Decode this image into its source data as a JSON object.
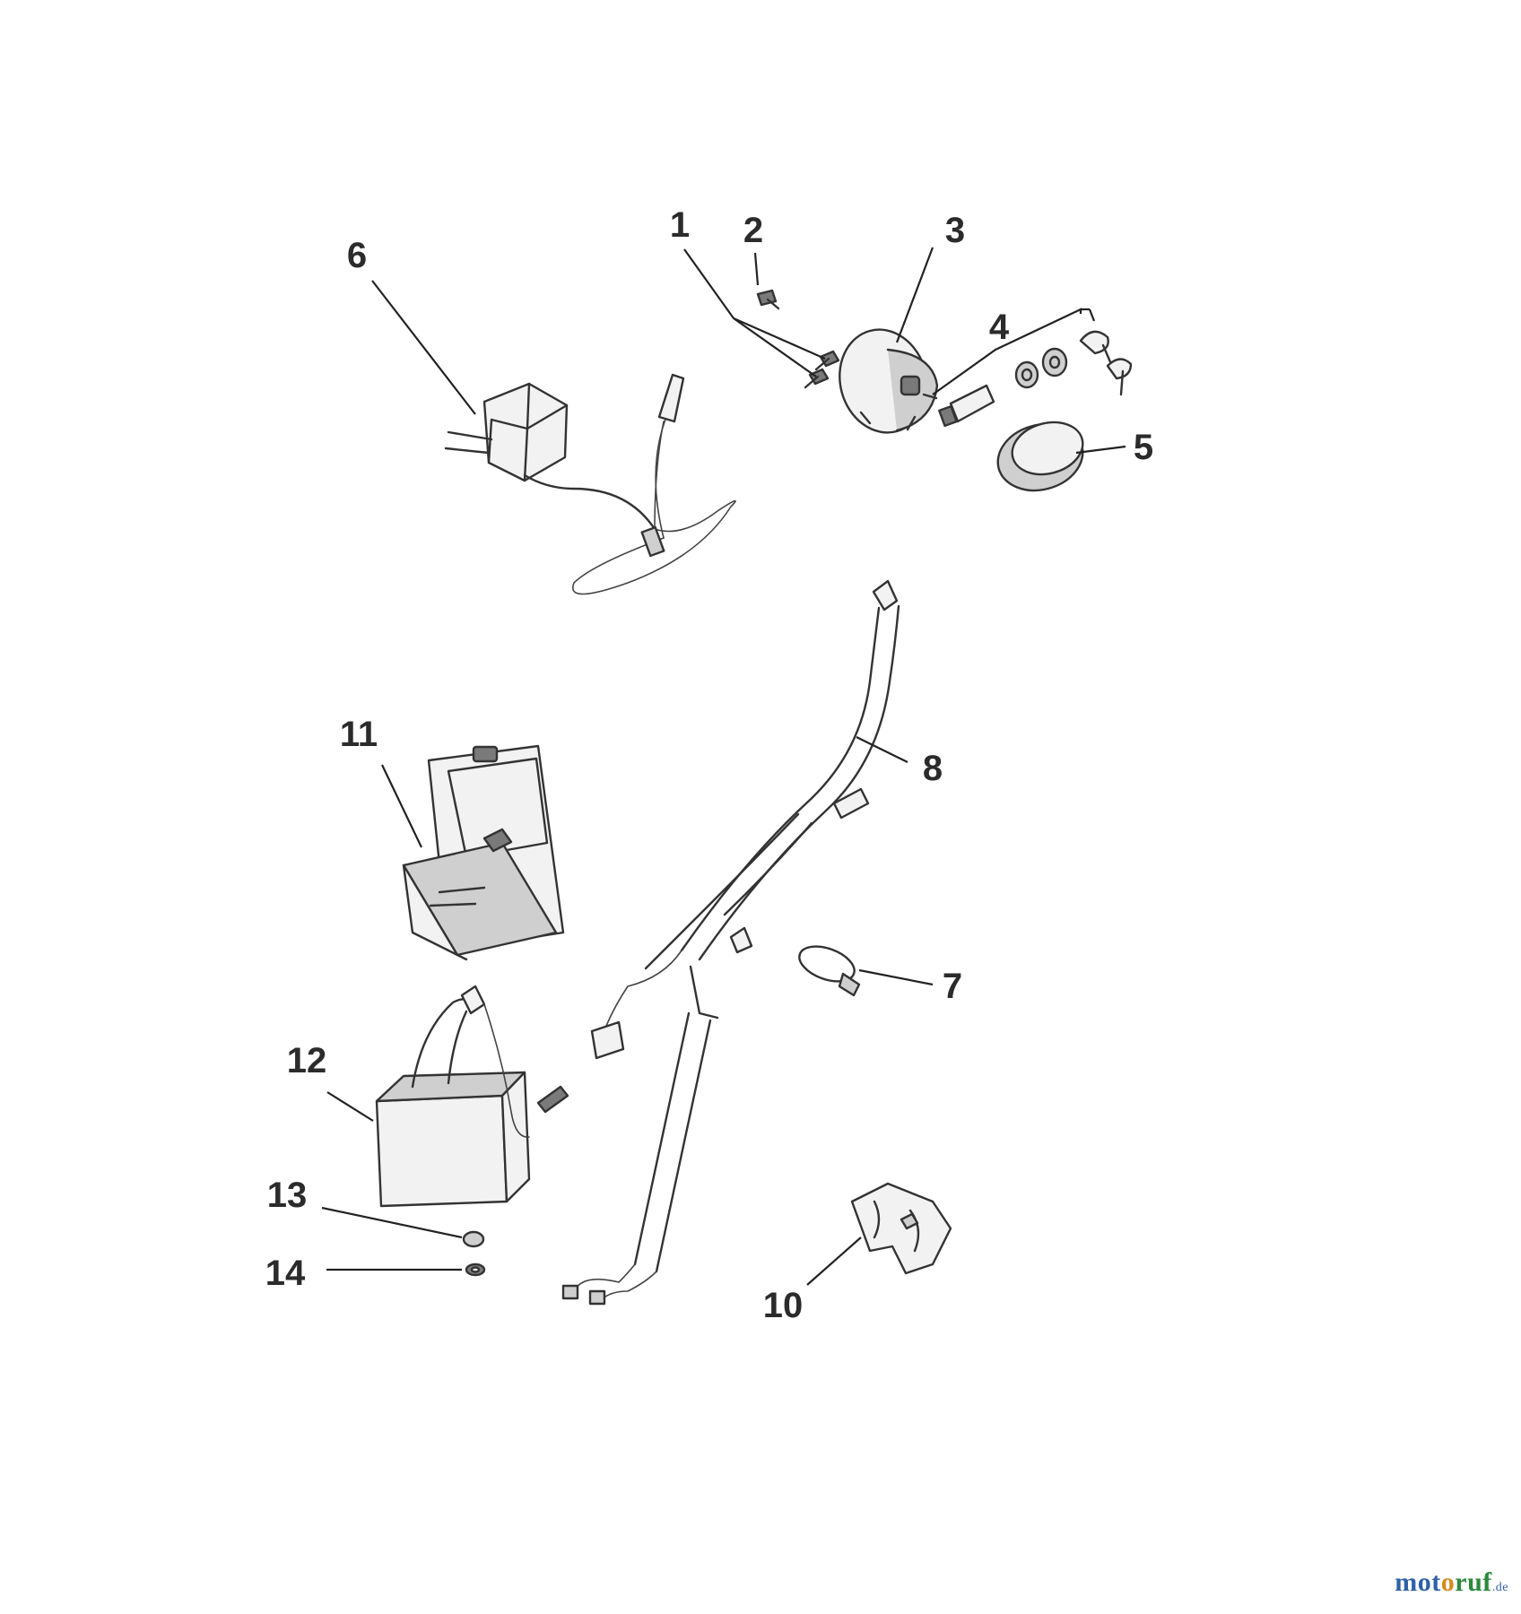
{
  "parts": [
    {
      "id": "1",
      "label": "1"
    },
    {
      "id": "2",
      "label": "2"
    },
    {
      "id": "3",
      "label": "3"
    },
    {
      "id": "4",
      "label": "4"
    },
    {
      "id": "5",
      "label": "5"
    },
    {
      "id": "6",
      "label": "6"
    },
    {
      "id": "7",
      "label": "7"
    },
    {
      "id": "8",
      "label": "8"
    },
    {
      "id": "10",
      "label": "10"
    },
    {
      "id": "11",
      "label": "11"
    },
    {
      "id": "12",
      "label": "12"
    },
    {
      "id": "13",
      "label": "13"
    },
    {
      "id": "14",
      "label": "14"
    }
  ],
  "watermark": {
    "part1": "mot",
    "part2": "o",
    "part3": "ruf",
    "suffix": ".de"
  }
}
